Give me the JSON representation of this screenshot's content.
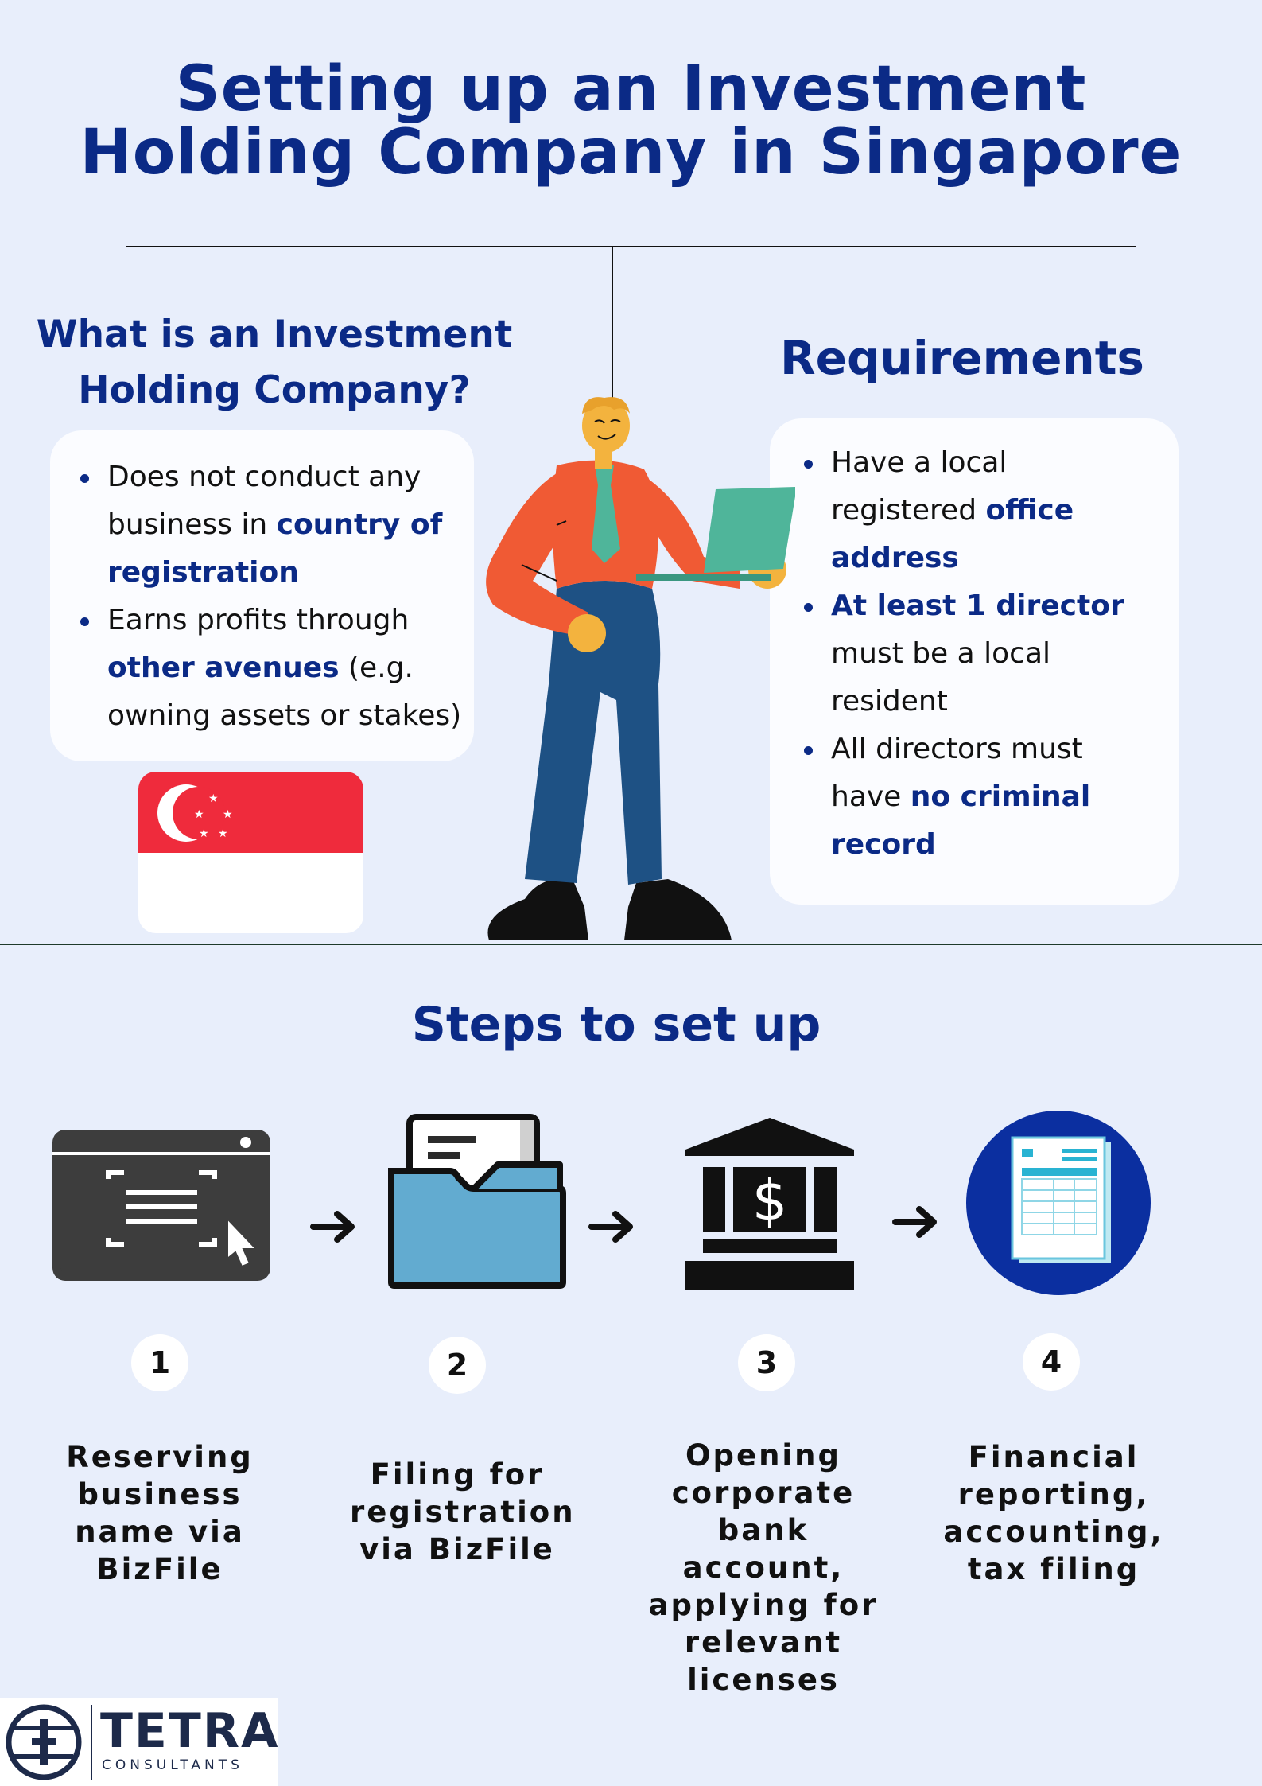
{
  "header": {
    "title_line1": "Setting up an Investment",
    "title_line2": "Holding Company in Singapore"
  },
  "what_is": {
    "heading_line1": "What is an Investment",
    "heading_line2": "Holding Company?",
    "items": [
      {
        "parts": [
          "Does not conduct any business in ",
          "country of registration",
          ""
        ]
      },
      {
        "parts": [
          "Earns profits through ",
          "other avenues",
          " (e.g. owning assets or stakes)"
        ]
      }
    ]
  },
  "requirements": {
    "heading": "Requirements",
    "items": [
      {
        "parts": [
          "Have a local registered ",
          "office address",
          ""
        ]
      },
      {
        "parts": [
          "",
          "At least 1 director",
          " must be a local resident"
        ]
      },
      {
        "parts": [
          "All directors must have ",
          "no criminal record",
          ""
        ]
      }
    ]
  },
  "steps": {
    "heading": "Steps to set up",
    "items": [
      {
        "number": "1",
        "label": "Reserving business name via BizFile",
        "icon": "browser-window-icon"
      },
      {
        "number": "2",
        "label": "Filing for registration via BizFile",
        "icon": "folder-icon"
      },
      {
        "number": "3",
        "label": "Opening corporate bank account, applying for relevant licenses",
        "icon": "bank-icon"
      },
      {
        "number": "4",
        "label": "Financial reporting, accounting, tax filing",
        "icon": "document-icon"
      }
    ],
    "arrow_icon": "arrow-right-icon"
  },
  "logo": {
    "name": "TETRA",
    "subtitle": "CONSULTANTS"
  },
  "colors": {
    "background": "#e8eefb",
    "navy": "#0b2a86",
    "flag_red": "#ef2b3c",
    "shirt": "#f05a34",
    "pants": "#1e5184",
    "laptop": "#4fb59a",
    "folder": "#62abd0",
    "doc_circle": "#0b2fa0"
  }
}
